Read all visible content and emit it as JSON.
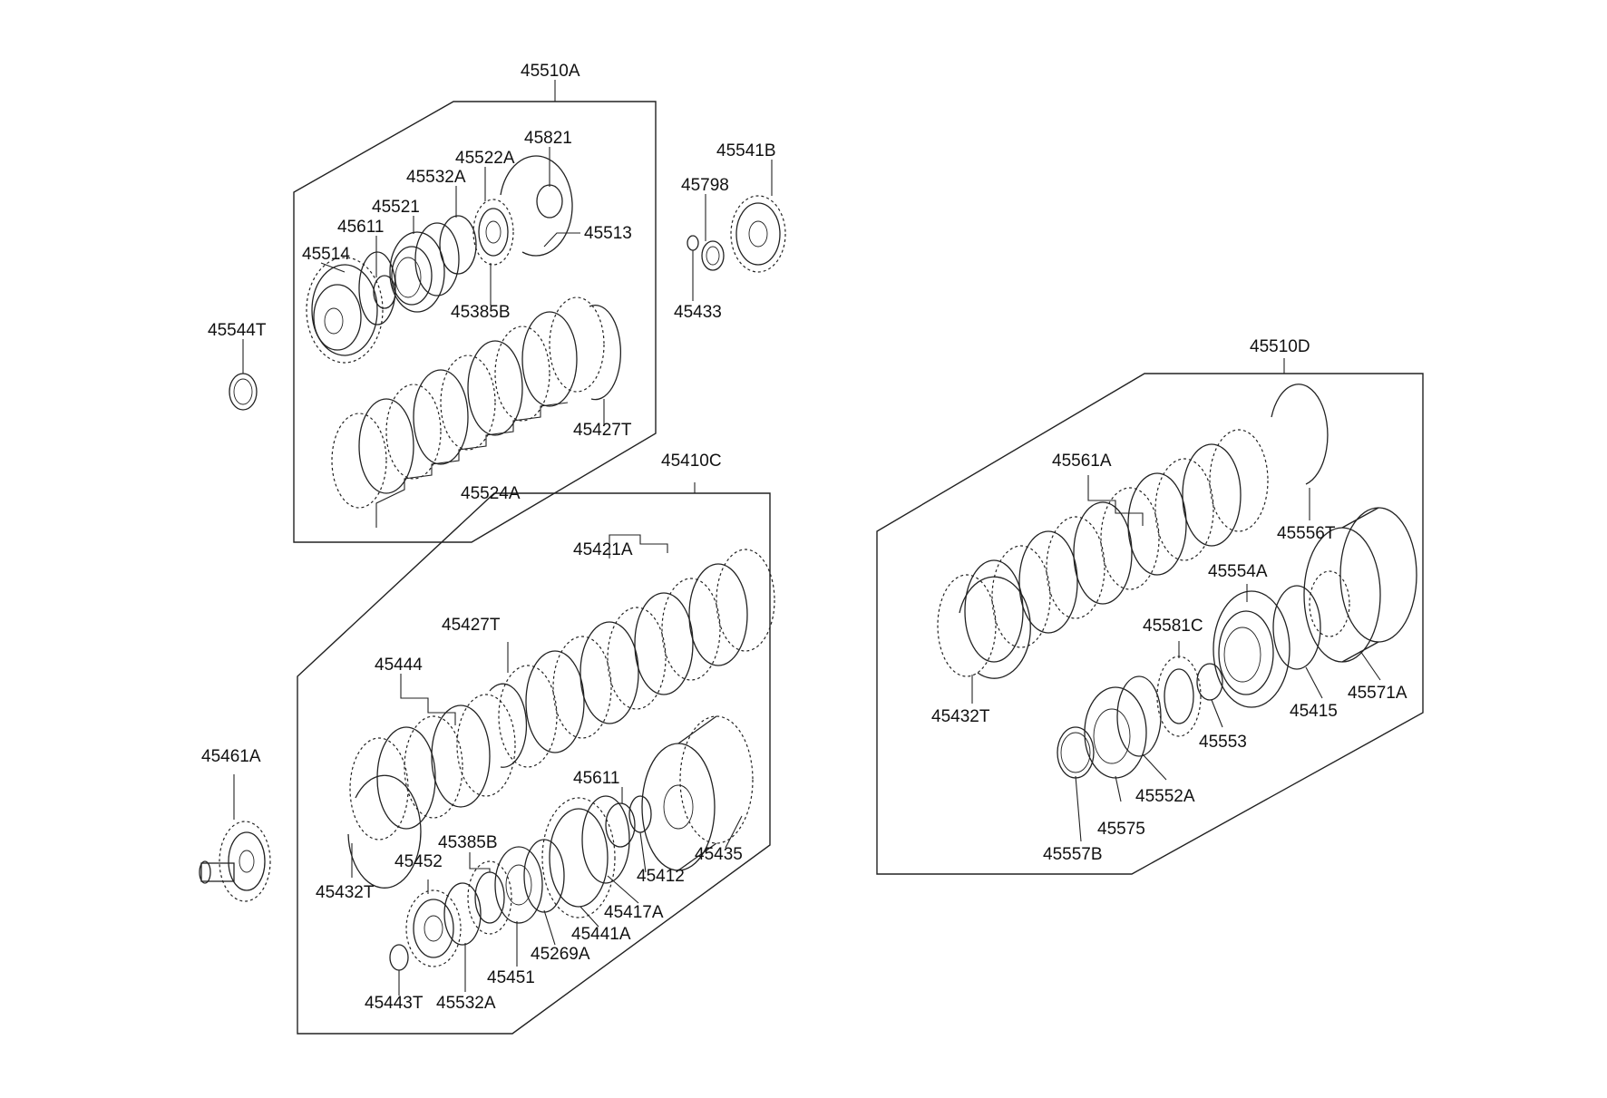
{
  "labels": {
    "g45510A": "45510A",
    "p45821": "45821",
    "p45522A": "45522A",
    "p45532A_top": "45532A",
    "p45521": "45521",
    "p45611_top": "45611",
    "p45514": "45514",
    "p45513": "45513",
    "p45385B_top": "45385B",
    "p45544T": "45544T",
    "p45427T_top": "45427T",
    "p45524A": "45524A",
    "p45541B": "45541B",
    "p45798": "45798",
    "p45433": "45433",
    "g45410C": "45410C",
    "p45421A": "45421A",
    "p45427T_mid": "45427T",
    "p45444": "45444",
    "p45461A": "45461A",
    "p45611_mid": "45611",
    "p45435": "45435",
    "p45412": "45412",
    "p45385B_mid": "45385B",
    "p45452": "45452",
    "p45432T_left": "45432T",
    "p45417A": "45417A",
    "p45441A": "45441A",
    "p45269A": "45269A",
    "p45451": "45451",
    "p45443T": "45443T",
    "p45532A_bot": "45532A",
    "g45510D": "45510D",
    "p45561A": "45561A",
    "p45556T": "45556T",
    "p45554A": "45554A",
    "p45581C": "45581C",
    "p45432T_right": "45432T",
    "p45415": "45415",
    "p45571A": "45571A",
    "p45553": "45553",
    "p45552A": "45552A",
    "p45575": "45575",
    "p45557B": "45557B"
  }
}
